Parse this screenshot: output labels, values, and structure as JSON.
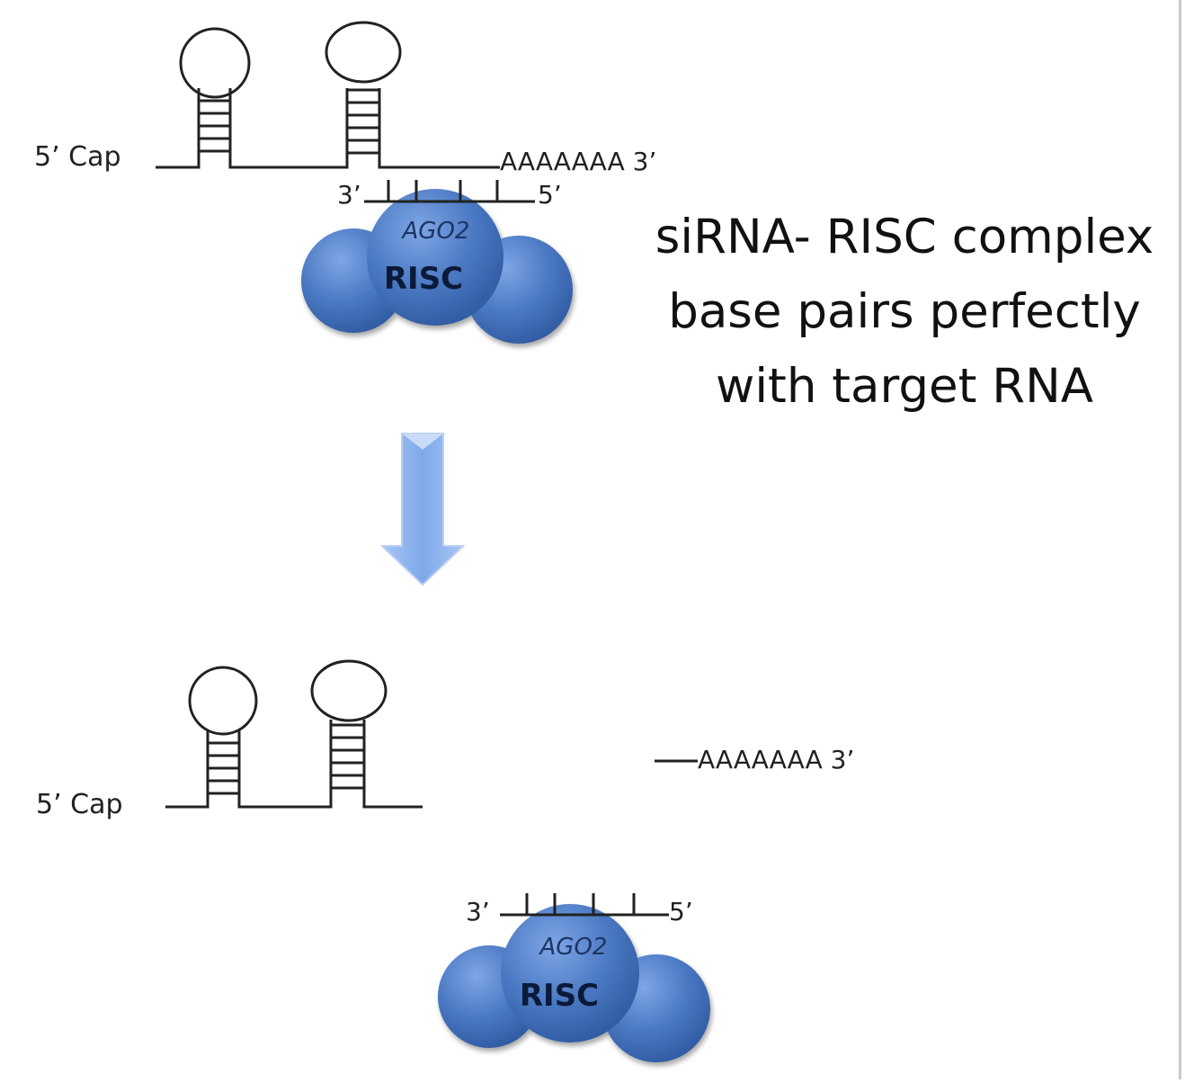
{
  "diagram": {
    "caption_lines": [
      "siRNA- RISC complex",
      "base pairs perfectly",
      "with target RNA"
    ],
    "top_mrna": {
      "five_prime_label": "5’ Cap",
      "poly_a_label": "AAAAAAA 3’"
    },
    "top_sirna": {
      "three_prime_label": "3’",
      "five_prime_label": "5’"
    },
    "top_risc": {
      "ago_label": "AGO2",
      "risc_label": "RISC"
    },
    "bottom_mrna_left": {
      "five_prime_label": "5’ Cap"
    },
    "bottom_mrna_right": {
      "poly_a_label": "AAAAAAA 3’"
    },
    "bottom_sirna": {
      "three_prime_label": "3’",
      "five_prime_label": "5’"
    },
    "bottom_risc": {
      "ago_label": "AGO2",
      "risc_label": "RISC"
    },
    "colors": {
      "risc_blue": "#4a78c2",
      "arrow_blue": "#8fb4ef",
      "line_dark": "#222222"
    }
  }
}
